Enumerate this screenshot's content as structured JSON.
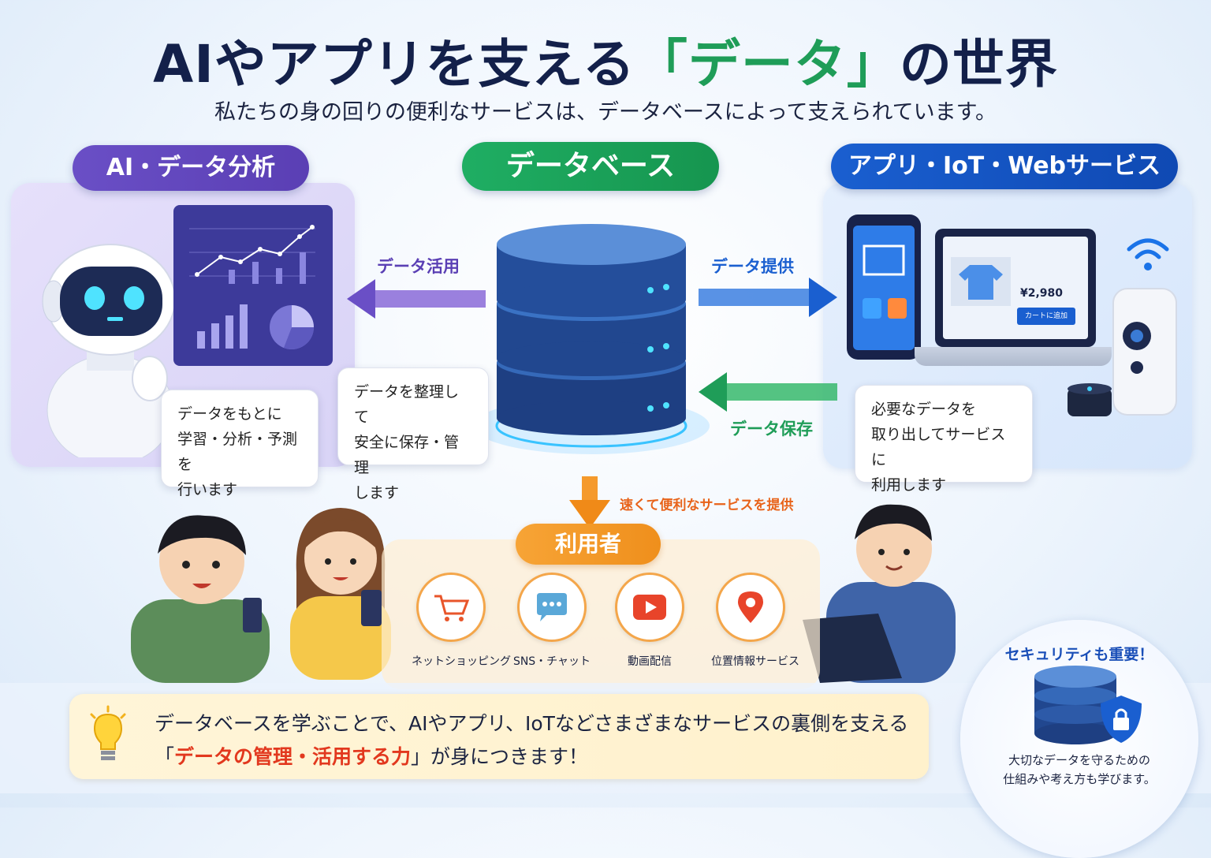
{
  "header": {
    "title_part1": "AIやアプリを支える",
    "title_highlight": "「データ」",
    "title_part2": "の世界",
    "subtitle": "私たちの身の回りの便利なサービスは、データベースによって支えられています。"
  },
  "sections": {
    "ai": "AI・データ分析",
    "database": "データベース",
    "apps": "アプリ・IoT・Webサービス"
  },
  "arrows": {
    "use": "データ活用",
    "provide": "データ提供",
    "store": "データ保存",
    "to_users": "速くて便利なサービスを提供"
  },
  "bubbles": {
    "ai": [
      "データをもとに",
      "学習・分析・予測を",
      "行います"
    ],
    "db": [
      "データを整理して",
      "安全に保存・管理",
      "します"
    ],
    "apps": [
      "必要なデータを",
      "取り出してサービスに",
      "利用します"
    ]
  },
  "devices": {
    "price": "¥2,980",
    "cart_button": "カートに追加"
  },
  "users": {
    "label": "利用者",
    "services": [
      {
        "label": "ネットショッピング",
        "icon": "shopping-cart-icon"
      },
      {
        "label": "SNS・チャット",
        "icon": "chat-bubble-icon"
      },
      {
        "label": "動画配信",
        "icon": "video-play-icon"
      },
      {
        "label": "位置情報サービス",
        "icon": "map-pin-icon"
      }
    ]
  },
  "footer": {
    "line1": "データベースを学ぶことで、AIやアプリ、IoTなどさまざまなサービスの裏側を支える",
    "line2_open": "「",
    "line2_highlight": "データの管理・活用する力",
    "line2_close": "」が身につきます！"
  },
  "security": {
    "title": "セキュリティも重要！",
    "text": [
      "大切なデータを守るための",
      "仕組みや考え方も学びます。"
    ]
  },
  "colors": {
    "ai_purple": "#6a4fc6",
    "db_green": "#1fae63",
    "app_blue": "#1a5fd0",
    "users_orange": "#f7a436",
    "highlight_red": "#e2381e"
  }
}
